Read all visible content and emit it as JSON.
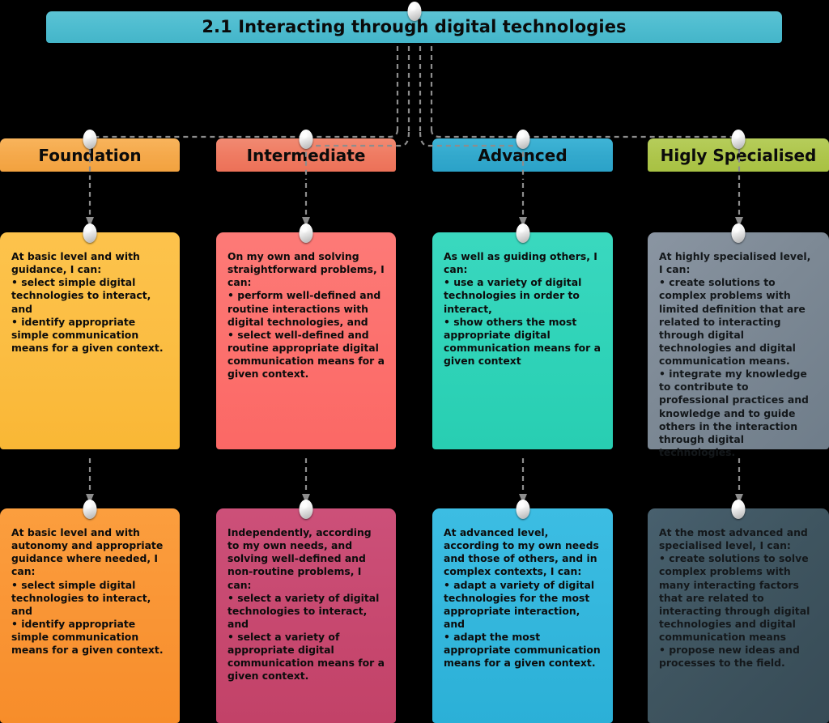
{
  "diagram": {
    "title": "2.1 Interacting through digital technologies",
    "title_color": "#4fbdd0",
    "background_color": "#000000",
    "pin_icon": "pin-circle-icon",
    "arrow_icon": "dashed-arrow-icon"
  },
  "levels": [
    {
      "label": "Foundation",
      "header_color": "#f5a94b",
      "upper_color": "#fbbd42",
      "lower_color": "#f99434",
      "upper_text": "At basic level and with guidance, I can:\n• select simple digital technologies to interact, and\n• identify appropriate simple communication means for a given context.",
      "lower_text": "At basic level and with autonomy and appropriate guidance where needed, I can:\n• select simple digital technologies to interact, and\n• identify appropriate simple communication means for a given context."
    },
    {
      "label": "Intermediate",
      "header_color": "#ef7b62",
      "upper_color": "#fc706d",
      "lower_color": "#c7486f",
      "upper_text": "On my own and solving straightforward problems, I can:\n• perform well-defined and routine interactions with digital technologies, and\n• select well-defined and routine appropriate digital communication means for a given context.",
      "lower_text": "Independently, according to my own needs, and solving well-defined and non-routine problems, I can:\n• select a variety of digital technologies to interact, and\n• select a variety of appropriate digital communication means for a given context."
    },
    {
      "label": "Advanced",
      "header_color": "#33a9cd",
      "upper_color": "#2fd3b8",
      "lower_color": "#33b6dc",
      "upper_text": "As well as guiding others, I can:\n• use a variety of digital technologies in order to interact,\n• show others the most appropriate digital communication means for a given context",
      "lower_text": "At advanced level, according to my own needs and those of others, and in complex contexts, I can:\n• adapt a variety of digital technologies for the most appropriate interaction, and\n• adapt the most appropriate communication means for a given context."
    },
    {
      "label": "Higly Specialised",
      "header_color": "#aec64c",
      "upper_color": "#7d8995",
      "lower_color": "#3f5560",
      "upper_text": "At highly specialised level, I can:\n• create solutions to complex problems with limited definition that are related to interacting through digital technologies and digital communication means.\n• integrate my knowledge to contribute to professional practices and knowledge and to guide others in the interaction through digital technologies.",
      "lower_text": "At the most advanced and specialised level, I can:\n• create solutions to solve complex problems with many interacting factors that are related to interacting through digital technologies and digital communication means\n• propose new ideas and processes to the field."
    }
  ]
}
